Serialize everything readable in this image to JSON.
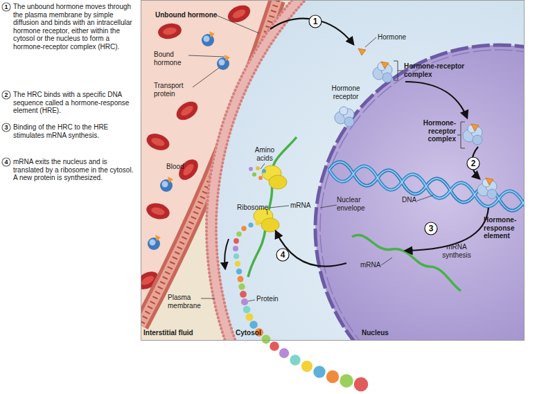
{
  "diagram": {
    "nodes": [
      {
        "text": [
          "1"
        ]
      },
      {
        "text": [
          "2"
        ]
      },
      {
        "text": [
          "3"
        ]
      },
      {
        "text": [
          "4"
        ]
      },
      {
        "text": [
          "1"
        ]
      },
      {
        "text": [
          "2"
        ]
      },
      {
        "text": [
          "3"
        ]
      },
      {
        "text": [
          "4"
        ]
      }
    ],
    "labels": [
      "The unbound hormone moves through the plasma membrane by simple diffusion and binds with an intracellular hormone receptor, either within the cytosol or the nucleus to form a hormone-receptor complex (HRC).",
      "The HRC binds with a specific DNA sequence called a hormone-response element (HRE).",
      "Binding of the HRC to the HRE stimulates mRNA synthesis.",
      "mRNA exits the nucleus and is translated by a ribosome in the cytosol. A new protein is synthesized.",
      "Unbound hormone",
      "Bound hormone",
      "Transport protein",
      "Hormone",
      "Hormone-receptor complex",
      "Hormone receptor",
      "Hormone-receptor complex",
      "Amino acids",
      "Blood",
      "Ribosome",
      "mRNA",
      "Nuclear envelope",
      "DNA",
      "Hormone-response element",
      "mRNA synthesis",
      "mRNA",
      "Plasma membrane",
      "Protein",
      "Interstitial fluid",
      "Cytosol",
      "Nucleus"
    ]
  }
}
